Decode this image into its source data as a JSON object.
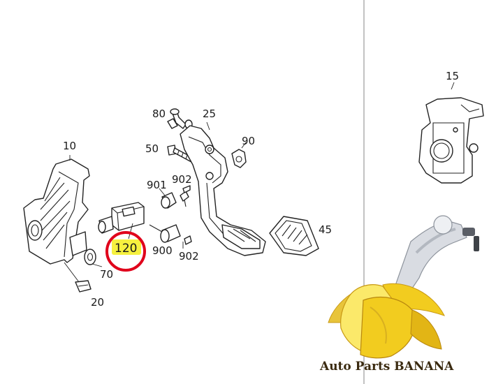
{
  "diagram": {
    "callouts": [
      {
        "id": "c10",
        "text": "10"
      },
      {
        "id": "c20",
        "text": "20"
      },
      {
        "id": "c25",
        "text": "25"
      },
      {
        "id": "c45",
        "text": "45"
      },
      {
        "id": "c50",
        "text": "50"
      },
      {
        "id": "c70",
        "text": "70"
      },
      {
        "id": "c80",
        "text": "80"
      },
      {
        "id": "c90",
        "text": "90"
      },
      {
        "id": "c900",
        "text": "900"
      },
      {
        "id": "c901",
        "text": "901"
      },
      {
        "id": "c902a",
        "text": "902"
      },
      {
        "id": "c902b",
        "text": "902"
      },
      {
        "id": "c15",
        "text": "15"
      }
    ],
    "highlight": {
      "text": "120",
      "ring_color": "#e0001b",
      "marker_color": "#f5ef2a"
    }
  },
  "watermark": {
    "brand": "Auto Parts BANANA"
  },
  "colors": {
    "line": "#222222",
    "divider": "#9a9a9a",
    "banana": "#f2cc1f"
  }
}
